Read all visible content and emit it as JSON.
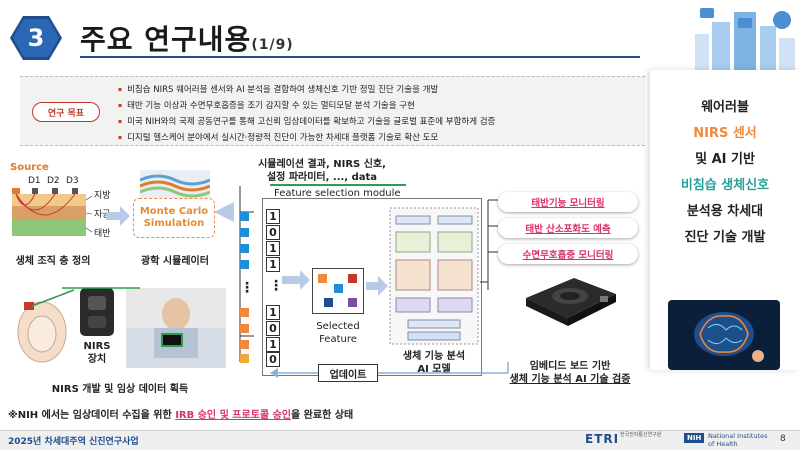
{
  "header": {
    "number": "3",
    "title": "주요 연구내용",
    "page_indicator": "(1/9)"
  },
  "goals": {
    "label": "연구 목표",
    "items": [
      "비침습 NIRS 웨어러블 센서와 AI 분석을 결합하여 생체신호 기반 정밀 진단 기술을 개발",
      "태반 기능 이상과 수면무호흡증을 조기 감지할 수 있는 멀티모달 분석 기술을 구현",
      "미국 NIH와의 국제 공동연구를 통해 고신뢰 임상데이터를 확보하고 기술을 글로벌 표준에 부합하게 검증",
      "디지털 헬스케어 분야에서 실시간·정량적 진단이 가능한 차세대 플랫폼 기술로 확산 도모"
    ]
  },
  "right_panel": {
    "lines": [
      "웨어러블",
      "NIRS 센서",
      "및 AI 기반",
      "비침습 생체신호",
      "분석용 차세대",
      "진단 기술 개발"
    ]
  },
  "tissue": {
    "source": "Source",
    "detectors": [
      "D1",
      "D2",
      "D3"
    ],
    "layers": [
      "지방",
      "자궁",
      "태반"
    ],
    "caption": "생체 조직 층 정의"
  },
  "simulation": {
    "box_line1": "Monte Carlo",
    "box_line2": "Simulation",
    "caption": "광학 시뮬레이터"
  },
  "feature_module": {
    "input_line1": "시뮬레이션 결과, NIRS 신호,",
    "input_line2": "설정 파라미터, ..., data",
    "title": "Feature selection module",
    "bits_top": [
      "1",
      "0",
      "1",
      "1"
    ],
    "bits_bottom": [
      "1",
      "0",
      "1",
      "0"
    ],
    "ellipsis": "⋮",
    "selected_line1": "Selected",
    "selected_line2": "Feature",
    "ai_line1": "생체 기능 분석",
    "ai_line2": "AI 모델",
    "update": "업데이트"
  },
  "monitoring": {
    "items": [
      "태반기능 모니터링",
      "태반 산소포화도 예측",
      "수면무호흡증 모니터링"
    ]
  },
  "board": {
    "line1": "임베디드 보드 기반",
    "line2": "생체 기능 분석 AI 기술 검증"
  },
  "sensor": {
    "device_line1": "NIRS",
    "device_line2": "장치",
    "caption": "NIRS 개발 및 임상 데이터 획득"
  },
  "note": {
    "prefix": "※NIH 에서는 임상데이터 수집을 위한 ",
    "highlight": "IRB 승인 및 프로토콜 승인",
    "suffix": "을 완료한 상태"
  },
  "footer": {
    "left": "2025년 차세대주역 신진연구사업",
    "etri": "ETRI",
    "etri_sub": "한국전자통신연구원",
    "nih": "NIH",
    "nih_sub1": "National Institutes",
    "nih_sub2": "of Health",
    "page": "8"
  },
  "colors": {
    "navy": "#1f4e8c",
    "accent_red": "#c0392b",
    "pink": "#d6336c",
    "orange": "#f0883e",
    "teal": "#2aa198",
    "green": "#2e9e4e"
  }
}
